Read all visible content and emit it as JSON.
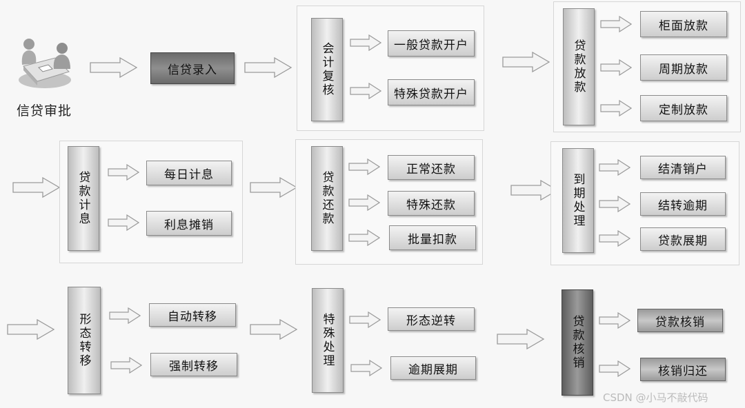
{
  "approval": {
    "label": "信贷审批",
    "icon": "meeting-people-icon"
  },
  "entry": {
    "label": "信贷录入"
  },
  "accounting_review": {
    "title": "会计复核",
    "items": [
      "一般贷款开户",
      "特殊贷款开户"
    ]
  },
  "disbursement": {
    "title": "贷款放款",
    "items": [
      "柜面放款",
      "周期放款",
      "定制放款"
    ]
  },
  "interest": {
    "title": "贷款计息",
    "items": [
      "每日计息",
      "利息摊销"
    ]
  },
  "repayment": {
    "title": "贷款还款",
    "items": [
      "正常还款",
      "特殊还款",
      "批量扣款"
    ]
  },
  "maturity": {
    "title": "到期处理",
    "items": [
      "结清销户",
      "结转逾期",
      "贷款展期"
    ]
  },
  "status_transfer": {
    "title": "形态转移",
    "items": [
      "自动转移",
      "强制转移"
    ]
  },
  "special": {
    "title": "特殊处理",
    "items": [
      "形态逆转",
      "逾期展期"
    ]
  },
  "writeoff": {
    "title": "贷款核销",
    "items": [
      "贷款核销",
      "核销归还"
    ]
  },
  "watermark": "CSDN @小马不敲代码",
  "colors": {
    "arrow_fill": "#f4f4f4",
    "arrow_stroke": "#9a9a9a"
  }
}
